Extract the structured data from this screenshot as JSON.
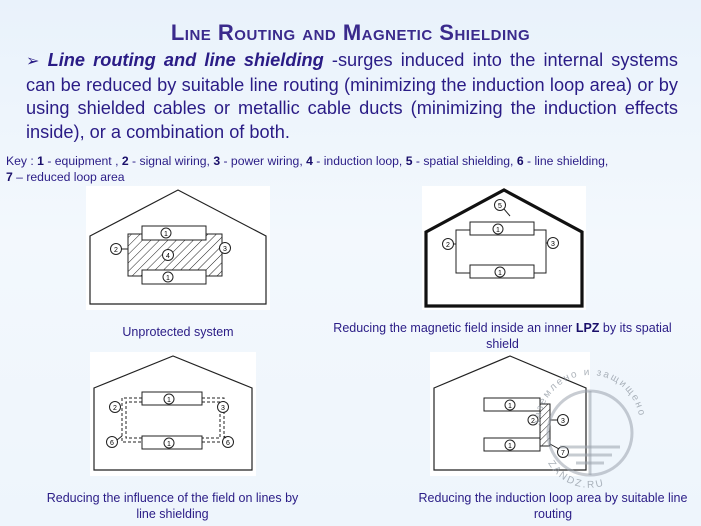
{
  "title": "Line Routing and Magnetic Shielding",
  "intro": {
    "bullet": "➢",
    "lead": "Line routing and line shielding",
    "text": " -surges induced into the internal systems can be reduced by suitable line routing (minimizing the induction loop area) or by using shielded cables or metallic cable ducts (minimizing the induction effects inside), or a combination of both."
  },
  "key": {
    "prefix": "Key : ",
    "items": [
      {
        "num": "1",
        "text": " - equipment , "
      },
      {
        "num": "2",
        "text": " - signal wiring, "
      },
      {
        "num": "3",
        "text": " - power wiring, "
      },
      {
        "num": "4",
        "text": " - induction loop, "
      },
      {
        "num": "5",
        "text": " - spatial shielding, "
      },
      {
        "num": "6",
        "text": " - line shielding,"
      },
      {
        "num": "7",
        "text": " – reduced loop area"
      }
    ]
  },
  "panels": {
    "p1": {
      "caption": "Unprotected system",
      "labels": [
        "1",
        "2",
        "4",
        "3",
        "1"
      ]
    },
    "p2": {
      "caption_a": "Reducing the magnetic field inside an inner ",
      "caption_b": "LPZ",
      "caption_c": " by its spatial shield",
      "labels": [
        "5",
        "1",
        "2",
        "3",
        "1"
      ]
    },
    "p3": {
      "caption": "Reducing the influence of the field on lines by line shielding",
      "labels": [
        "1",
        "2",
        "3",
        "6",
        "6",
        "1"
      ]
    },
    "p4": {
      "caption": "Reducing the induction loop area by suitable line routing",
      "labels": [
        "1",
        "2",
        "3",
        "1",
        "7"
      ]
    }
  },
  "watermark": {
    "text_top": "заземлено и защищено",
    "text_bottom": "ZANDZ.RU"
  },
  "colors": {
    "title": "#3a2a8c",
    "text": "#2a1c86",
    "diagram": "#222222"
  }
}
